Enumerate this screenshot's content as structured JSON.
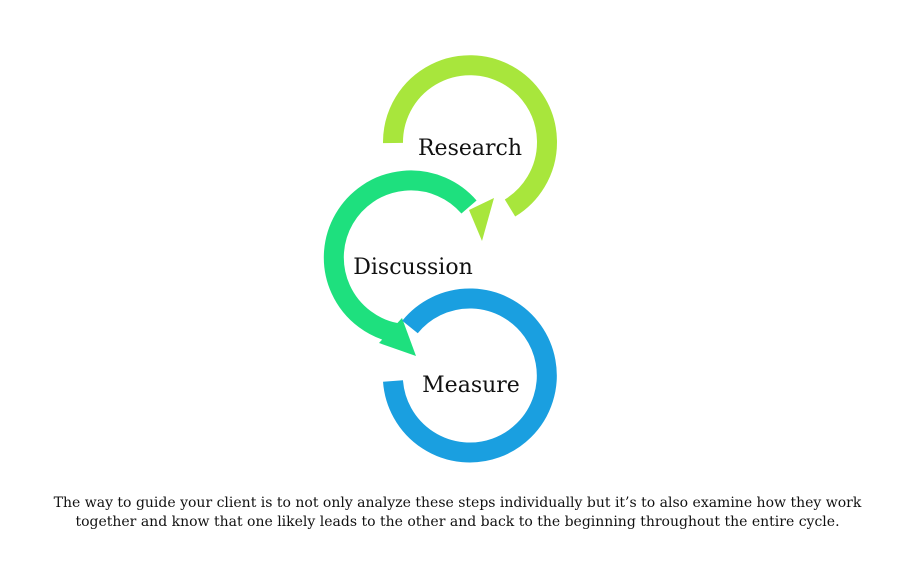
{
  "diagram": {
    "steps": [
      {
        "label": "Research",
        "color": "#a8e63c"
      },
      {
        "label": "Discussion",
        "color": "#1ee07e"
      },
      {
        "label": "Measure",
        "color": "#1a9fe0"
      }
    ]
  },
  "caption": "The way to guide your client is to not only analyze these steps individually but it’s to also examine how they work together and know that one likely leads to the other and back to the beginning throughout the entire cycle."
}
